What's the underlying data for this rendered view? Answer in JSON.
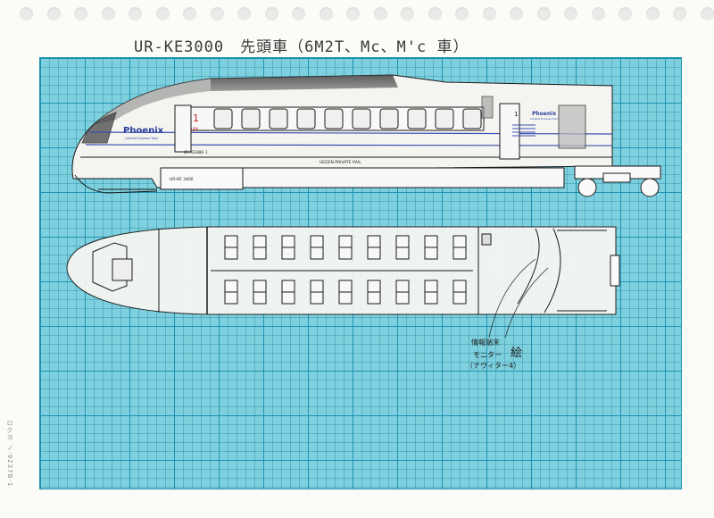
{
  "heading": {
    "title": "UR-KE3000　先頭車（6M2T、Mc、M'c 車）"
  },
  "side_view": {
    "brand_front": "Phoenix",
    "brand_front_sub": "Limited Express Train",
    "car_number_front": "1",
    "small_mark": "URK",
    "car_code": "UR-KE3000-1",
    "railway_name": "UEDEN PRIVATE RAIL",
    "bogie_label": "UR-KE 3400",
    "car_number_rear": "1",
    "brand_rear": "Phoenix",
    "brand_rear_sub": "Limited Express Train"
  },
  "annotation": {
    "line1": "情報端末",
    "line2": "モニター",
    "line3": "（ナヴィター4）",
    "extra": "絵"
  },
  "margin_code": "ロクヨ ノ-9237B-1",
  "colors": {
    "grid_background": "#7fd0de",
    "grid_line": "#1c93b0",
    "ink": "#1a1a1a",
    "stripe_blue": "#3a4fb0",
    "pencil_shade": "#555555"
  }
}
